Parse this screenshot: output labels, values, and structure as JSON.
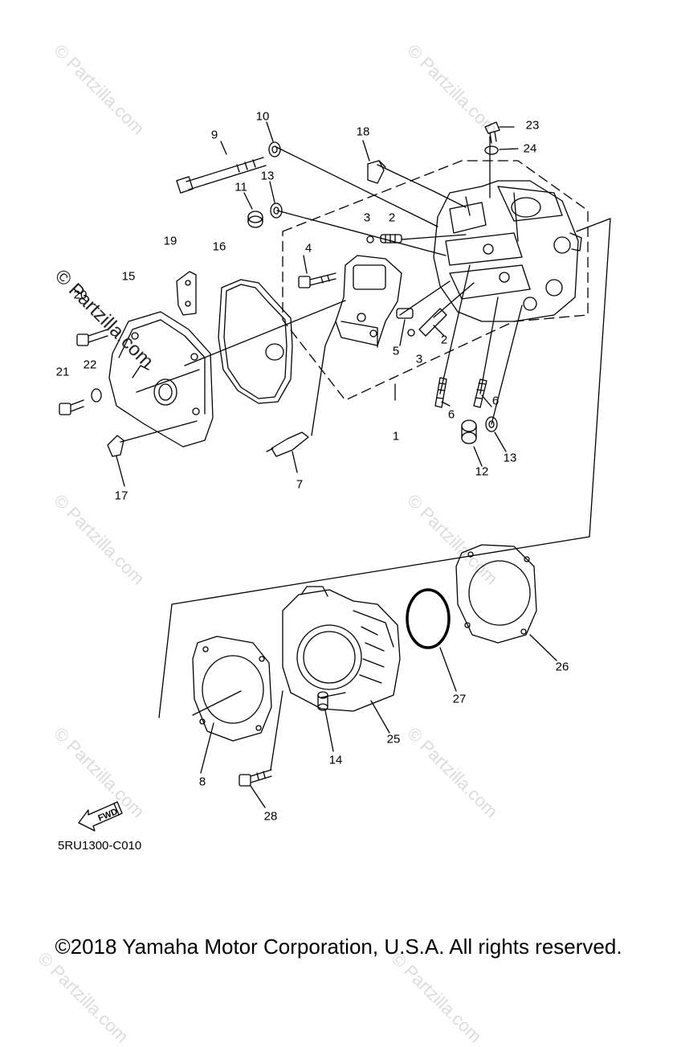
{
  "watermark": {
    "text": "© Partzilla.com",
    "strong_text": "© Partzilla.com"
  },
  "callouts": [
    "1",
    "2",
    "2",
    "3",
    "3",
    "4",
    "5",
    "6",
    "6",
    "7",
    "8",
    "9",
    "10",
    "11",
    "12",
    "13",
    "13",
    "14",
    "15",
    "16",
    "17",
    "18",
    "19",
    "20",
    "21",
    "22",
    "23",
    "24",
    "25",
    "26",
    "27",
    "28"
  ],
  "fwd_label": "FWD",
  "diagram_code": "5RU1300-C010",
  "copyright": "©2018 Yamaha Motor Corporation, U.S.A. All rights reserved."
}
